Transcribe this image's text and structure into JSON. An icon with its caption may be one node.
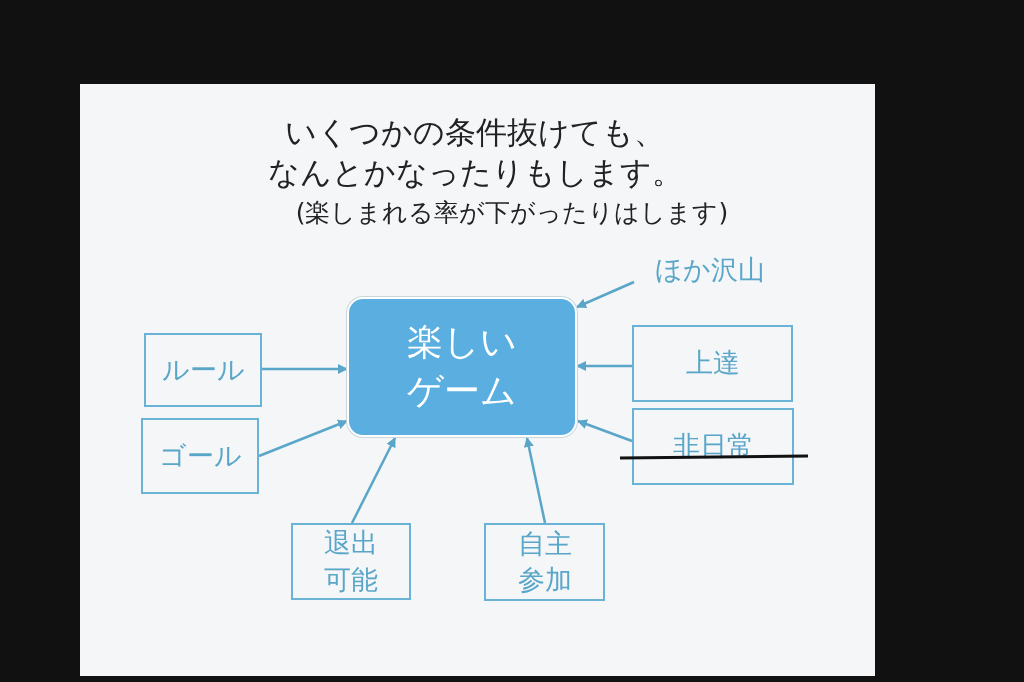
{
  "diagram": {
    "title": "いくつかの条件抜けても、なんとかなったりもします。",
    "nodes": [
      {
        "text": [
          "楽しいゲーム"
        ]
      },
      {
        "text": [
          "ルール"
        ]
      },
      {
        "text": [
          "ゴール"
        ]
      },
      {
        "text": [
          "退出可能"
        ]
      },
      {
        "text": [
          "自主参加"
        ]
      },
      {
        "text": [
          "ほか沢山"
        ]
      },
      {
        "text": [
          "上達"
        ]
      },
      {
        "text": [
          "非日常"
        ]
      }
    ],
    "edges": [
      {
        "from": 1,
        "to": 0,
        "arrow": "to"
      },
      {
        "from": 2,
        "to": 0,
        "arrow": "to"
      },
      {
        "from": 3,
        "to": 0,
        "arrow": "to"
      },
      {
        "from": 4,
        "to": 0,
        "arrow": "to"
      },
      {
        "from": 5,
        "to": 0,
        "arrow": "to"
      },
      {
        "from": 6,
        "to": 0,
        "arrow": "to"
      },
      {
        "from": 7,
        "to": 0,
        "arrow": "to"
      }
    ],
    "labels": [
      "(楽しまれる率が下がったりはします)"
    ]
  }
}
